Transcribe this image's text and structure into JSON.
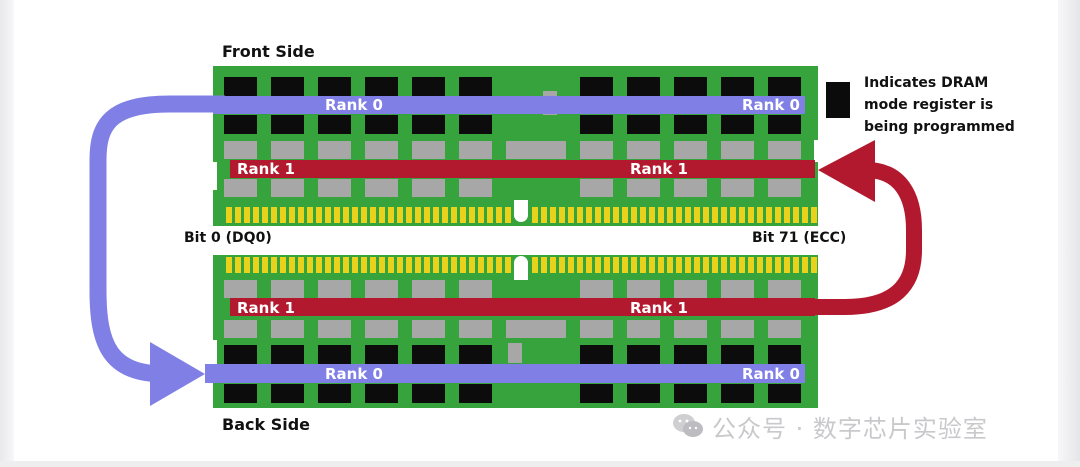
{
  "labels": {
    "front_side": "Front Side",
    "back_side": "Back Side",
    "bit_left": "Bit 0 (DQ0)",
    "bit_right": "Bit 71 (ECC)"
  },
  "ranks": {
    "front_rank0_left": "Rank 0",
    "front_rank0_right": "Rank 0",
    "front_rank1_left": "Rank 1",
    "front_rank1_right": "Rank 1",
    "back_rank1_left": "Rank 1",
    "back_rank1_right": "Rank 1",
    "back_rank0_left": "Rank 0",
    "back_rank0_right": "Rank 0"
  },
  "legend": {
    "line1": "Indicates DRAM",
    "line2": "mode register is",
    "line3": "being programmed"
  },
  "watermark": {
    "text": "公众号 · 数字芯片实验室",
    "icon": "wechat-icon"
  },
  "colors": {
    "pcb": "#36a33c",
    "chip_black": "#0c0c0c",
    "chip_gray": "#a7a7a7",
    "rank0": "#7f7fe6",
    "rank1": "#b2192e",
    "gold": "#e8d21c"
  }
}
